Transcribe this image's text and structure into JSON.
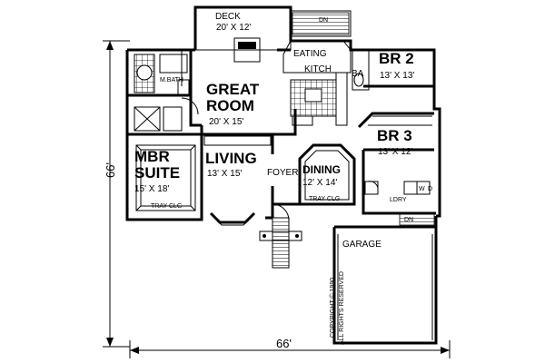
{
  "labels": {
    "deck_name": "DECK",
    "deck_size": "20' X 12'",
    "dn_deck": "DN",
    "eating": "EATING",
    "kitch": "KITCH",
    "ba": "BA",
    "br2_name": "BR 2",
    "br2_size": "13' X 13'",
    "mbath": "M.BATH",
    "great_room_1": "GREAT",
    "great_room_2": "ROOM",
    "great_size": "20' X 15'",
    "br3_name": "BR 3",
    "br3_size": "13' X 12'",
    "mbr_1": "MBR",
    "mbr_2": "SUITE",
    "mbr_size": "15' X 18'",
    "mbr_tray": "TRAY CLG",
    "living_name": "LIVING",
    "living_size": "13' X 15'",
    "foyer": "FOYER",
    "dining_name": "DINING",
    "dining_size": "12' X 14'",
    "dining_tray": "TRAY CLG",
    "w": "W",
    "d": "D",
    "ldry": "LDRY",
    "dn_garage": "DN",
    "garage": "GARAGE",
    "copyright_1": "COPYRIGHT © 1990",
    "copyright_2": "ALL RIGHTS RESERVED",
    "dim_left": "66'",
    "dim_bottom": "66'"
  }
}
